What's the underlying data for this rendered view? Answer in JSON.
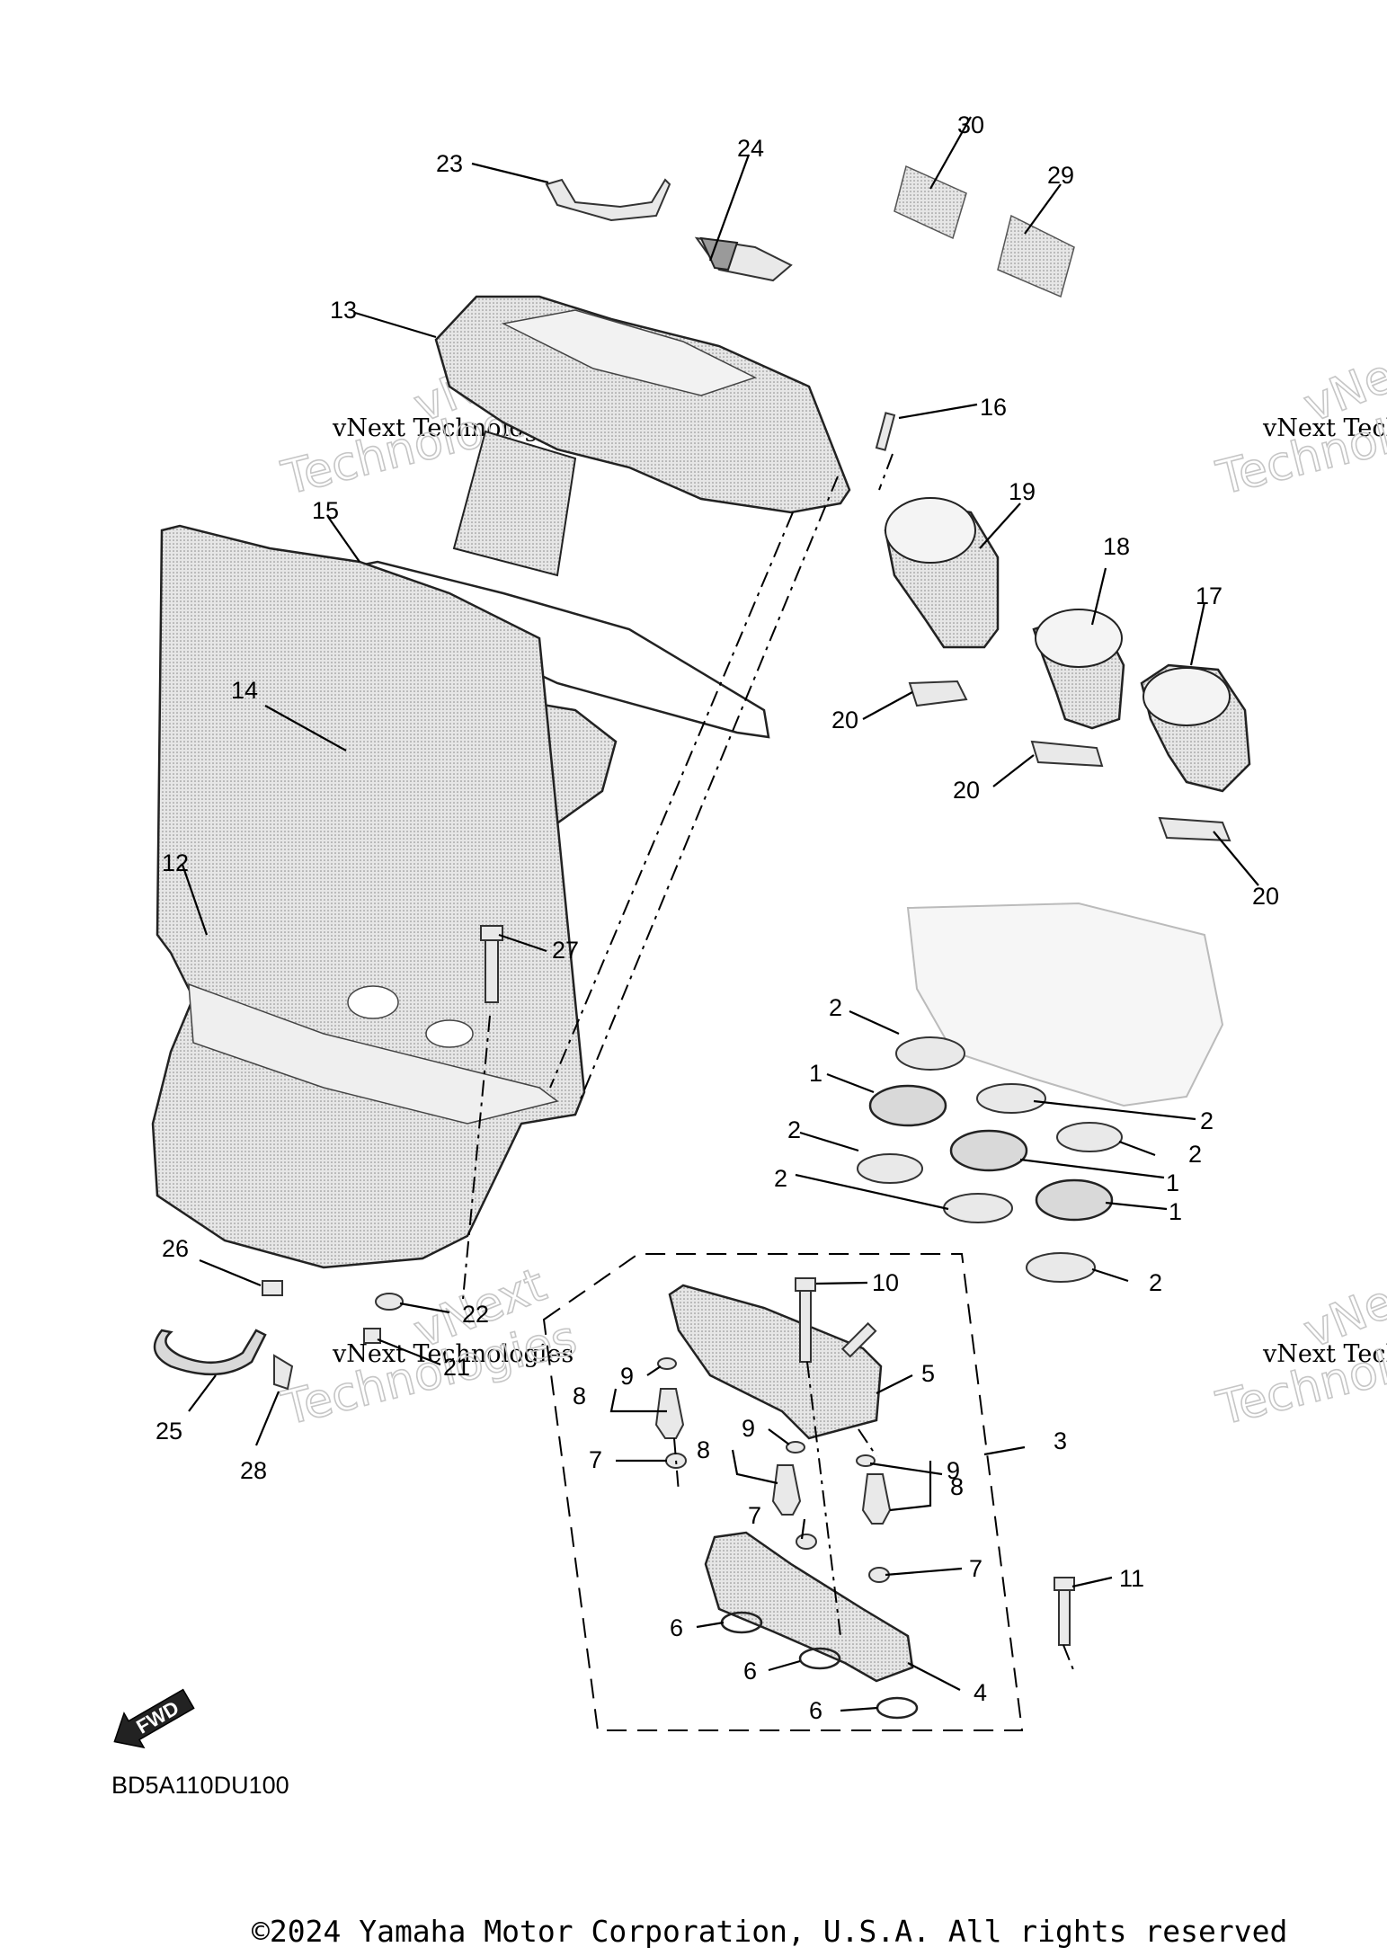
{
  "diagram_code": "BD5A110DU100",
  "copyright": "©2024 Yamaha Motor Corporation, U.S.A. All rights reserved",
  "fwd_label": "FWD",
  "watermark": {
    "line1": "vNext Technologies",
    "big_a": "vNext",
    "big_b": "Technologies"
  },
  "callouts": [
    {
      "id": "c30",
      "label": "30"
    },
    {
      "id": "c29",
      "label": "29"
    },
    {
      "id": "c23",
      "label": "23"
    },
    {
      "id": "c24",
      "label": "24"
    },
    {
      "id": "c13",
      "label": "13"
    },
    {
      "id": "c16",
      "label": "16"
    },
    {
      "id": "c15",
      "label": "15"
    },
    {
      "id": "c19",
      "label": "19"
    },
    {
      "id": "c18",
      "label": "18"
    },
    {
      "id": "c17",
      "label": "17"
    },
    {
      "id": "c14",
      "label": "14"
    },
    {
      "id": "c20a",
      "label": "20"
    },
    {
      "id": "c20b",
      "label": "20"
    },
    {
      "id": "c20c",
      "label": "20"
    },
    {
      "id": "c12",
      "label": "12"
    },
    {
      "id": "c27",
      "label": "27"
    },
    {
      "id": "c2a",
      "label": "2"
    },
    {
      "id": "c1a",
      "label": "1"
    },
    {
      "id": "c2b",
      "label": "2"
    },
    {
      "id": "c2c",
      "label": "2"
    },
    {
      "id": "c2d",
      "label": "2"
    },
    {
      "id": "c1b",
      "label": "1"
    },
    {
      "id": "c2e",
      "label": "2"
    },
    {
      "id": "c1c",
      "label": "1"
    },
    {
      "id": "c2f",
      "label": "2"
    },
    {
      "id": "c26",
      "label": "26"
    },
    {
      "id": "c22",
      "label": "22"
    },
    {
      "id": "c21",
      "label": "21"
    },
    {
      "id": "c10",
      "label": "10"
    },
    {
      "id": "c25",
      "label": "25"
    },
    {
      "id": "c28",
      "label": "28"
    },
    {
      "id": "c9a",
      "label": "9"
    },
    {
      "id": "c8a",
      "label": "8"
    },
    {
      "id": "c5",
      "label": "5"
    },
    {
      "id": "c9b",
      "label": "9"
    },
    {
      "id": "c8b",
      "label": "8"
    },
    {
      "id": "c3",
      "label": "3"
    },
    {
      "id": "c7a",
      "label": "7"
    },
    {
      "id": "c9c",
      "label": "9"
    },
    {
      "id": "c8c",
      "label": "8"
    },
    {
      "id": "c7b",
      "label": "7"
    },
    {
      "id": "c7c",
      "label": "7"
    },
    {
      "id": "c11",
      "label": "11"
    },
    {
      "id": "c6a",
      "label": "6"
    },
    {
      "id": "c6b",
      "label": "6"
    },
    {
      "id": "c4",
      "label": "4"
    },
    {
      "id": "c6c",
      "label": "6"
    }
  ]
}
